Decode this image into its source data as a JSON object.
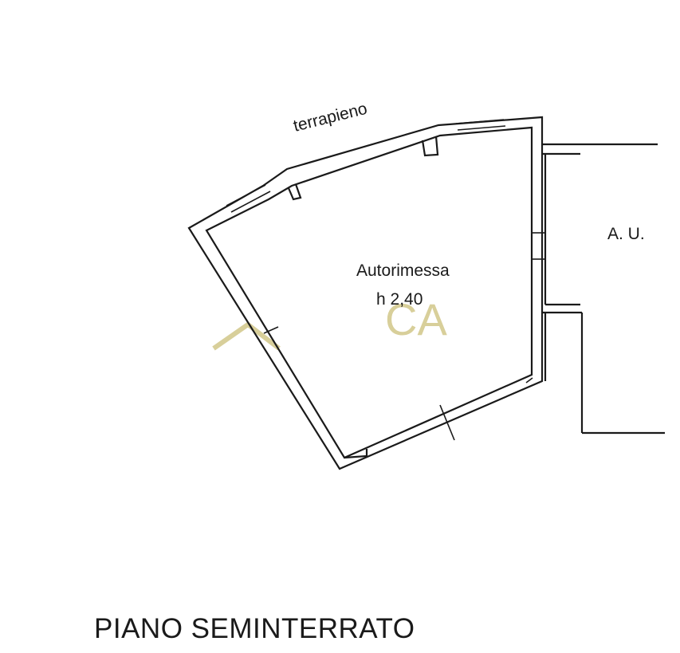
{
  "plan": {
    "earth_label": "terrapieno",
    "room_name": "Autorimessa",
    "room_height": "h 2,40",
    "adjacent_room": "A. U.",
    "floor_title": "PIANO SEMINTERRATO"
  },
  "watermark": {
    "text": "CA",
    "color": "#d8cf9a"
  }
}
